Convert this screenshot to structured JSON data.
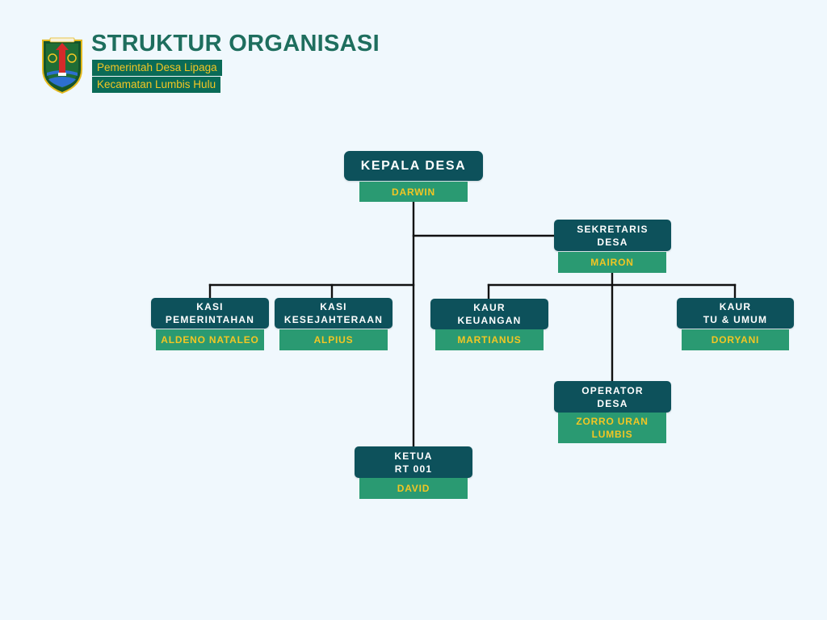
{
  "header": {
    "title": "STRUKTUR ORGANISASI",
    "subtitle_line1": "Pemerintah Desa Lipaga",
    "subtitle_line2": "Kecamatan Lumbis Hulu",
    "logo_icon": "regency-emblem-icon"
  },
  "nodes": {
    "kepala_desa": {
      "title": "KEPALA DESA",
      "name": "DARWIN"
    },
    "sekretaris": {
      "title": "SEKRETARIS\nDESA",
      "name": "MAIRON"
    },
    "kasi_pemerintahan": {
      "title": "KASI\nPEMERINTAHAN",
      "name": "ALDENO NATALEO"
    },
    "kasi_kesejahteraan": {
      "title": "KASI\nKESEJAHTERAAN",
      "name": "ALPIUS"
    },
    "kaur_keuangan": {
      "title": "KAUR\nKEUANGAN",
      "name": "MARTIANUS"
    },
    "kaur_tu_umum": {
      "title": "KAUR\nTU & UMUM",
      "name": "DORYANI"
    },
    "operator_desa": {
      "title": "OPERATOR\nDESA",
      "name": "ZORRO URAN\nLUMBIS"
    },
    "ketua_rt": {
      "title": "KETUA\nRT 001",
      "name": "DAVID"
    }
  },
  "colors": {
    "background": "#f0f8fd",
    "title_box": "#0d515b",
    "name_box": "#2a9a72",
    "name_text": "#f3c623",
    "heading_text": "#1e6e5e"
  }
}
